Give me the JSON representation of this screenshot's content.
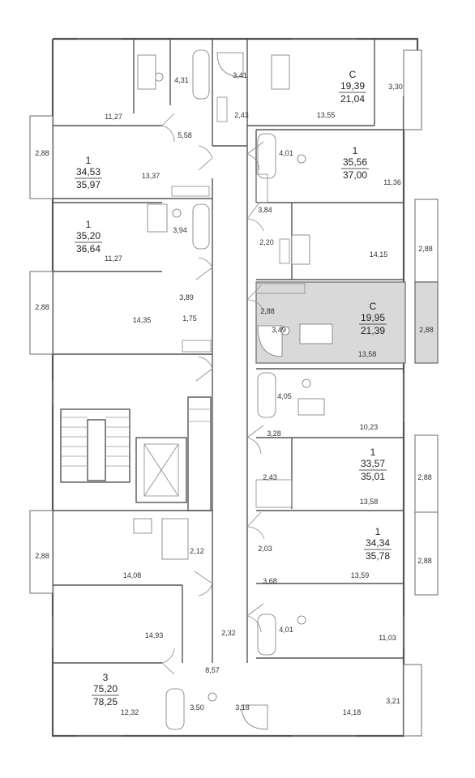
{
  "apartments": [
    {
      "id": "apt-c-top",
      "type": "С",
      "living": "19,39",
      "total": "21,04"
    },
    {
      "id": "apt-1-a",
      "type": "1",
      "living": "34,53",
      "total": "35,97"
    },
    {
      "id": "apt-1-b",
      "type": "1",
      "living": "35,20",
      "total": "36,64"
    },
    {
      "id": "apt-1-c",
      "type": "1",
      "living": "35,56",
      "total": "37,00"
    },
    {
      "id": "apt-c-mid",
      "type": "С",
      "living": "19,95",
      "total": "21,39"
    },
    {
      "id": "apt-1-d",
      "type": "1",
      "living": "33,57",
      "total": "35,01"
    },
    {
      "id": "apt-1-e",
      "type": "1",
      "living": "34,34",
      "total": "35,78"
    },
    {
      "id": "apt-3",
      "type": "3",
      "living": "75,20",
      "total": "78,25"
    }
  ],
  "room_areas": [
    "11,27",
    "4,31",
    "3,41",
    "2,43",
    "13,55",
    "3,30",
    "5,58",
    "2,88",
    "13,37",
    "4,01",
    "11,36",
    "3,94",
    "11,27",
    "3,84",
    "2,20",
    "14,15",
    "2,88",
    "3,89",
    "2,88",
    "14,35",
    "1,75",
    "2,88",
    "3,49",
    "13,58",
    "2,88",
    "4,05",
    "10,23",
    "3,28",
    "2,43",
    "13,58",
    "2,88",
    "2,88",
    "14,08",
    "2,12",
    "2,03",
    "13,59",
    "2,88",
    "3,68",
    "14,93",
    "4,01",
    "11,03",
    "2,32",
    "8,57",
    "3,50",
    "3,18",
    "12,32",
    "14,18",
    "3,21"
  ],
  "highlight_color": "#d9d9d9"
}
